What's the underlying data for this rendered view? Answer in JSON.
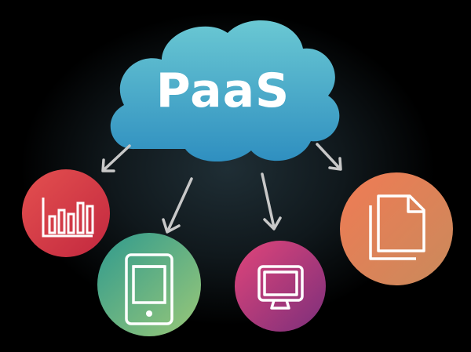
{
  "cloud": {
    "label": "PaaS",
    "colors": {
      "top": "#6ac8d3",
      "bottom": "#2f8fc0"
    }
  },
  "nodes": [
    {
      "id": "analytics",
      "icon": "bar-chart-icon",
      "colors": [
        "#e4504f",
        "#c2283f"
      ]
    },
    {
      "id": "tablet",
      "icon": "tablet-icon",
      "colors": [
        "#2f9a8e",
        "#9ac878"
      ]
    },
    {
      "id": "desktop",
      "icon": "monitor-icon",
      "colors": [
        "#e1457a",
        "#7b2f7b"
      ]
    },
    {
      "id": "documents",
      "icon": "documents-icon",
      "colors": [
        "#f07b54",
        "#c98a5c"
      ]
    }
  ],
  "arrow_color": "#c8c8c8"
}
